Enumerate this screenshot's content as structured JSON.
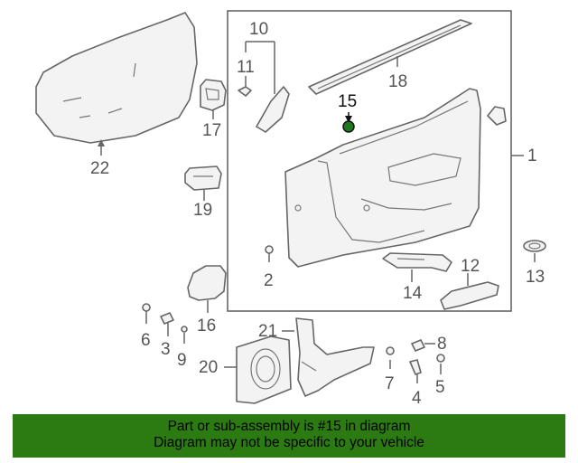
{
  "diagram": {
    "callouts": [
      "1",
      "2",
      "3",
      "4",
      "5",
      "6",
      "7",
      "8",
      "9",
      "10",
      "11",
      "12",
      "13",
      "14",
      "15",
      "16",
      "17",
      "18",
      "19",
      "20",
      "21",
      "22"
    ],
    "highlight_color": "#1f7a1f",
    "highlighted_part": "15"
  },
  "banner": {
    "line1": "Part or sub-assembly is #15 in diagram",
    "line2": "Diagram may not be specific to your vehicle",
    "color": "#2c7a12"
  }
}
